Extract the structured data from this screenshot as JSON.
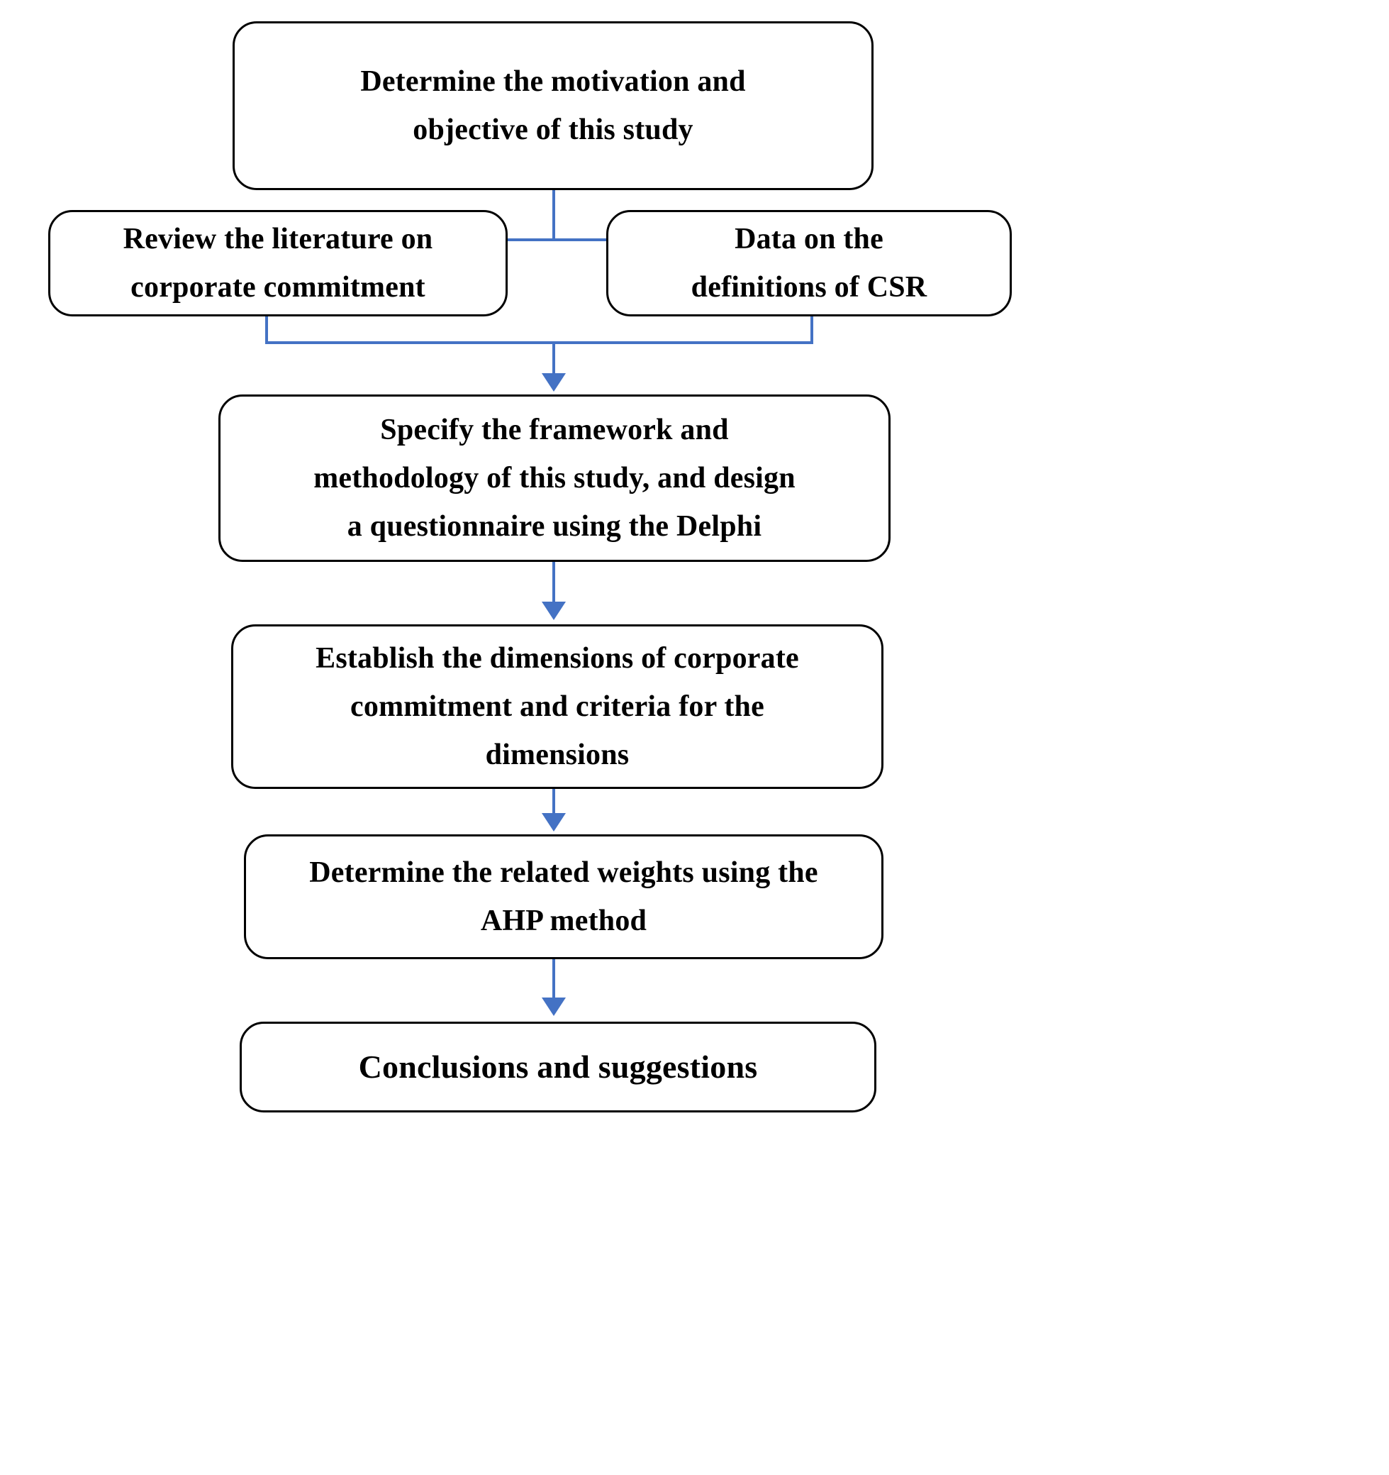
{
  "diagram": {
    "title": "Research methodology flowchart",
    "accent_color": "#4472c4",
    "box_border_color": "#000000",
    "background_color": "#ffffff",
    "nodes": [
      {
        "id": "objective",
        "label": "Determine the motivation and\nobjective of this study"
      },
      {
        "id": "literature",
        "label": "Review the literature on\ncorporate commitment"
      },
      {
        "id": "csrdata",
        "label": "Data on the\ndefinitions of CSR"
      },
      {
        "id": "framework",
        "label": "Specify the framework and\nmethodology of this study, and design\na questionnaire using the Delphi"
      },
      {
        "id": "dimensions",
        "label": "Establish the dimensions of corporate\ncommitment and criteria for the\ndimensions"
      },
      {
        "id": "ahp",
        "label": "Determine the related weights using the\nAHP method"
      },
      {
        "id": "conclusions",
        "label": "Conclusions and suggestions"
      }
    ],
    "edges": [
      {
        "from": "objective",
        "to": "literature"
      },
      {
        "from": "objective",
        "to": "csrdata"
      },
      {
        "from": "literature",
        "to": "framework"
      },
      {
        "from": "csrdata",
        "to": "framework"
      },
      {
        "from": "framework",
        "to": "dimensions"
      },
      {
        "from": "dimensions",
        "to": "ahp"
      },
      {
        "from": "ahp",
        "to": "conclusions"
      }
    ]
  }
}
